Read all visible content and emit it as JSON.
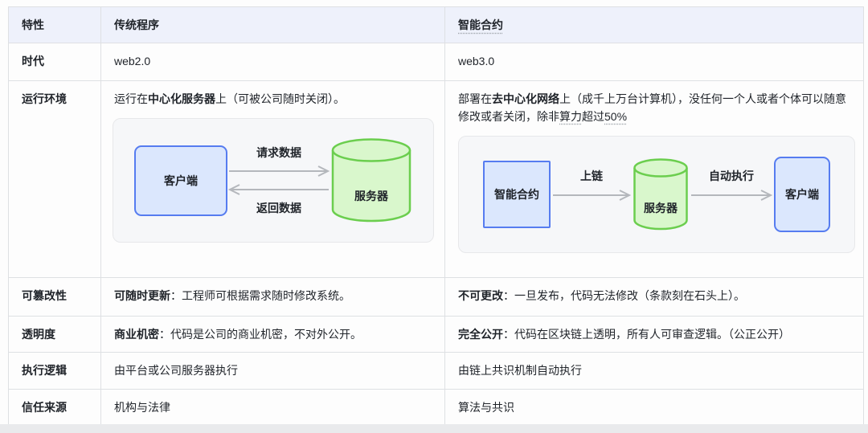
{
  "table": {
    "headers": {
      "feature": "特性",
      "traditional": "传统程序",
      "smart": "智能合约"
    },
    "rows": {
      "era": {
        "label": "时代",
        "left": {
          "text": "web2.0"
        },
        "right": {
          "text": "web3.0"
        }
      },
      "env": {
        "label": "运行环境",
        "left": {
          "pre": "运行在",
          "bold": "中心化服务器",
          "text": "上（可被公司随时关闭）。"
        },
        "right": {
          "pre": "部署在",
          "bold": "去中心化网络",
          "text": "上（成千上万台计算机），没任何一个人或者个体可以随意修改或者关闭，除非",
          "dotted_a": "算力",
          "plain_b": "超过",
          "dotted_b": "50%"
        }
      },
      "mut": {
        "label": "可篡改性",
        "left": {
          "bold": "可随时更新",
          "text": "：工程师可根据需求随时修改系统。"
        },
        "right": {
          "bold": "不可更改",
          "text": "：一旦发布，代码无法修改（条款刻在石头上）。"
        }
      },
      "trans": {
        "label": "透明度",
        "left": {
          "bold": "商业机密",
          "text": "：代码是公司的商业机密，不对外公开。"
        },
        "right": {
          "bold": "完全公开",
          "text": "：代码在区块链上透明，所有人可审查逻辑。（公正公开）"
        }
      },
      "exec": {
        "label": "执行逻辑",
        "left": {
          "text": "由平台或公司服务器执行"
        },
        "right": {
          "text": "由链上共识机制自动执行"
        }
      },
      "trust": {
        "label": "信任来源",
        "left": {
          "text": "机构与法律"
        },
        "right": {
          "text": "算法与共识"
        }
      }
    }
  },
  "diagram_traditional": {
    "client": "客户端",
    "server": "服务器",
    "arrow_request": "请求数据",
    "arrow_return": "返回数据"
  },
  "diagram_smart": {
    "contract": "智能合约",
    "server": "服务器",
    "client": "客户端",
    "arrow_chain": "上链",
    "arrow_execute": "自动执行"
  },
  "colors": {
    "header_bg": "#eef1fb",
    "border": "#dee0e3",
    "text": "#1f2329",
    "node_blue_bg": "#dbe7fd",
    "node_blue_border": "#567cf0",
    "cylinder_green_bg": "#d9f7cc",
    "cylinder_green_border": "#6bce4e",
    "arrow_gray": "#b4b7bc",
    "card_bg": "#f6f7f9"
  }
}
